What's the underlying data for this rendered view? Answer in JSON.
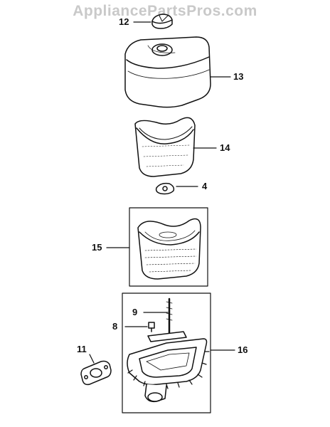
{
  "watermark": "AppliancePartsPros.com",
  "callouts": {
    "p12": "12",
    "p13": "13",
    "p14": "14",
    "p4": "4",
    "p15": "15",
    "p9": "9",
    "p8": "8",
    "p11": "11",
    "p16": "16"
  },
  "colors": {
    "ink": "#111111",
    "watermark": "#c9c9c9",
    "background": "#ffffff"
  }
}
